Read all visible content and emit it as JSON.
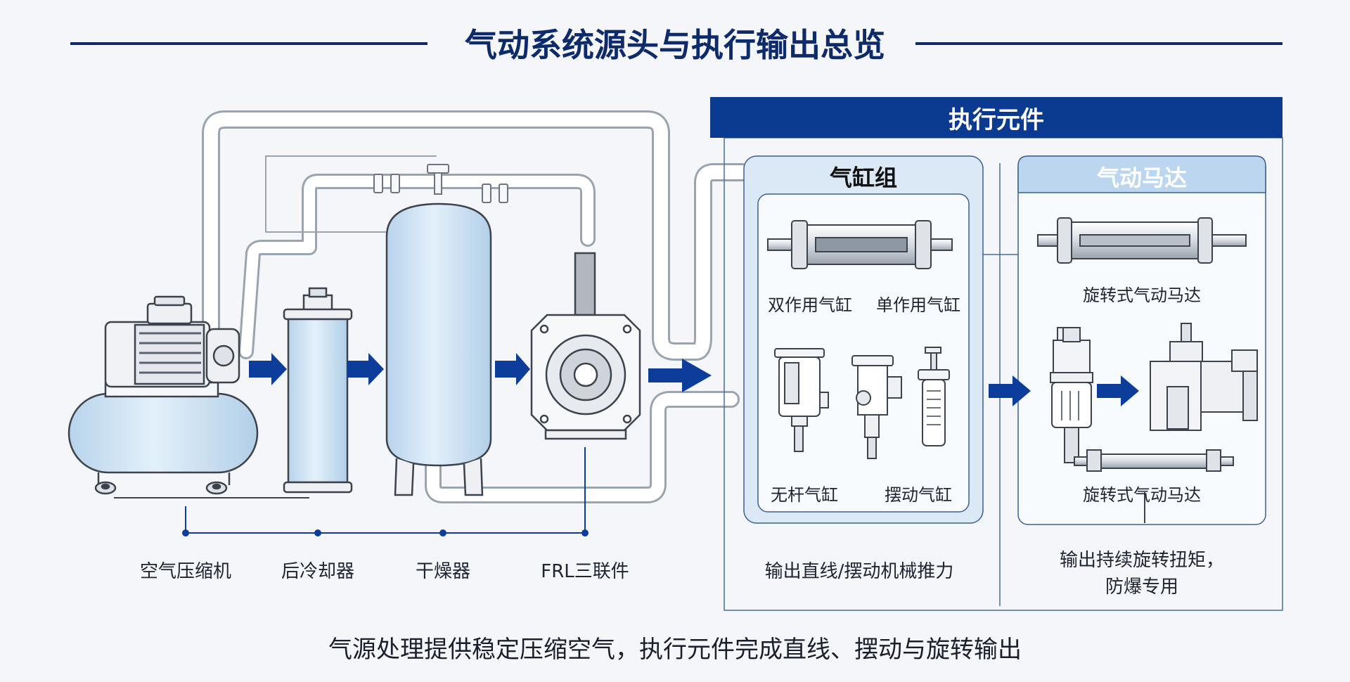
{
  "title": "气动系统源头与执行输出总览",
  "executor": {
    "header": "执行元件",
    "cylinder_group": {
      "title": "气缸组",
      "items": [
        "双作用气缸",
        "单作用气缸",
        "无杆气缸",
        "摆动气缸"
      ],
      "output": "输出直线/摆动机械推力"
    },
    "motor": {
      "title": "气动马达",
      "items": [
        "旋转式气动马达",
        "旋转式气动马达"
      ],
      "output_lines": [
        "输出持续旋转扭矩，",
        "防爆专用"
      ]
    }
  },
  "source_chain": {
    "components": [
      "空气压缩机",
      "后冷却器",
      "干燥器",
      "FRL三联件"
    ]
  },
  "caption": "气源处理提供稳定压缩空气，执行元件完成直线、摆动与旋转输出",
  "colors": {
    "navy": "#0b3a91",
    "arrow": "#0d3d9a",
    "tank": "#cfe3f3",
    "panel": "#e3eef8"
  }
}
